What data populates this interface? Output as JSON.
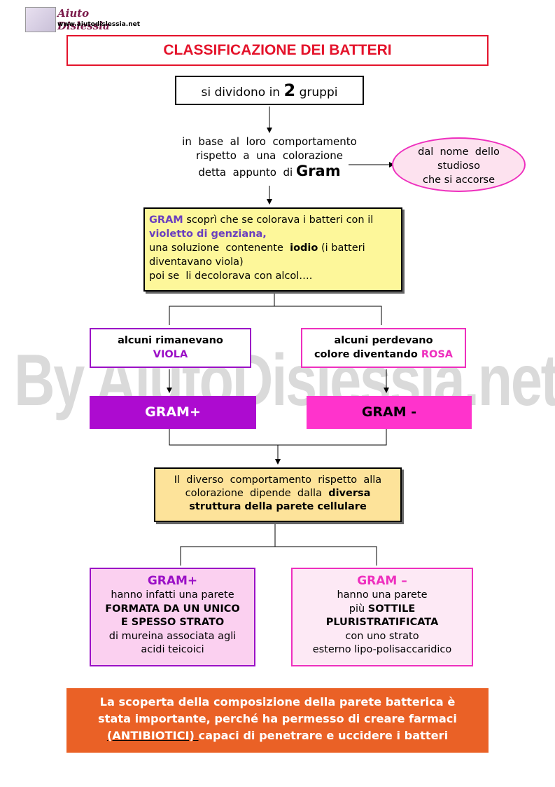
{
  "header": {
    "logo_title": "Aiuto Dislessia",
    "logo_url": "www.aiutodislessia.net"
  },
  "watermark": "By AiutoDislessia.net",
  "title": "CLASSIFICAZIONE DEI BATTERI",
  "box_groups": {
    "pre": "si dividono in",
    "num": "2",
    "post": "gruppi"
  },
  "basis": {
    "line1": "in  base  al  loro  comportamento",
    "line2": "rispetto  a  una  colorazione",
    "line3": "detta  appunto  di",
    "gram": "Gram"
  },
  "oval": {
    "line1": "dal  nome  dello",
    "line2": "studioso",
    "line3": "che si accorse"
  },
  "gram_box": {
    "gram": "GRAM",
    "t1": " scoprì che se colorava i batteri con il",
    "violet": "violetto di genziana,",
    "t2": "una soluzione  contenente  ",
    "iodio": "iodio",
    "t3": " (i batteri",
    "t4": "diventavano viola)",
    "t5": "poi se  li decolorava con alcol…."
  },
  "left_box": {
    "line1": "alcuni rimanevano",
    "line2": "VIOLA"
  },
  "right_box": {
    "line1": "alcuni perdevano",
    "line2a": "colore diventando ",
    "line2b": "ROSA"
  },
  "gram_plus_bar": "GRAM+",
  "gram_minus_bar": "GRAM -",
  "structure_box": {
    "t1": "Il  diverso  comportamento  rispetto  alla",
    "t2a": "colorazione  dipende  dalla  ",
    "t2b": "diversa",
    "t3": "struttura della parete cellulare"
  },
  "plus_detail": {
    "title": "GRAM+",
    "l1": "hanno infatti una parete",
    "l2": "FORMATA DA UN UNICO",
    "l3": "E SPESSO STRATO",
    "l4": "di mureina associata agli",
    "l5": "acidi teicoici"
  },
  "minus_detail": {
    "title": "GRAM –",
    "l1": "hanno una parete",
    "l2a": "più ",
    "l2b": "SOTTILE",
    "l3": "PLURISTRATIFICATA",
    "l4": "con uno strato",
    "l5": "esterno lipo-polisaccaridico"
  },
  "footer": {
    "l1": "La scoperta della composizione della parete batterica è",
    "l2": "stata importante, perché ha permesso di creare farmaci",
    "l3a": "(ANTIBIOTICI) ",
    "l3b": "capaci di penetrare e uccidere i batteri"
  },
  "colors": {
    "title_red": "#e4132b",
    "purple": "#9b10c6",
    "pink": "#ee2fbe",
    "yellow": "#fdf79a",
    "orange_box": "#fde39a",
    "footer": "#ea6126"
  }
}
